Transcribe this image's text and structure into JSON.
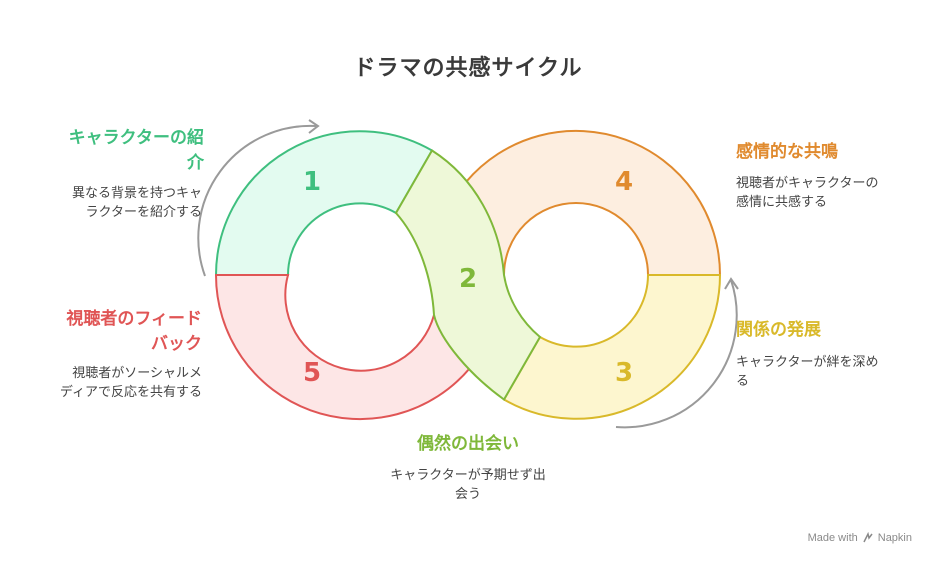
{
  "title": "ドラマの共感サイクル",
  "steps": [
    {
      "num": "1",
      "title": "キャラクターの紹介",
      "title_lines": [
        "キャラクターの紹",
        "介"
      ],
      "desc_lines": [
        "異なる背景を持つキャ",
        "ラクターを紹介する"
      ],
      "color": "#3fbf7f",
      "fill": "#e3fbf0"
    },
    {
      "num": "2",
      "title": "偶然の出会い",
      "title_lines": [
        "偶然の出会い"
      ],
      "desc_lines": [
        "キャラクターが予期せず出",
        "会う"
      ],
      "color": "#7fb83a",
      "fill": "#eef8d8"
    },
    {
      "num": "3",
      "title": "関係の発展",
      "title_lines": [
        "関係の発展"
      ],
      "desc_lines": [
        "キャラクターが絆を深め",
        "る"
      ],
      "color": "#d9b92a",
      "fill": "#fdf6cf"
    },
    {
      "num": "4",
      "title": "感情的な共鳴",
      "title_lines": [
        "感情的な共鳴"
      ],
      "desc_lines": [
        "視聴者がキャラクターの",
        "感情に共感する"
      ],
      "color": "#e08a2e",
      "fill": "#fdeee0"
    },
    {
      "num": "5",
      "title": "視聴者のフィードバック",
      "title_lines": [
        "視聴者のフィード",
        "バック"
      ],
      "desc_lines": [
        "視聴者がソーシャルメ",
        "ディアで反応を共有する"
      ],
      "color": "#e05555",
      "fill": "#fde6e6"
    }
  ],
  "credit": {
    "made_with": "Made with",
    "brand": "Napkin",
    "logo_icon": "napkin-logo-icon"
  }
}
